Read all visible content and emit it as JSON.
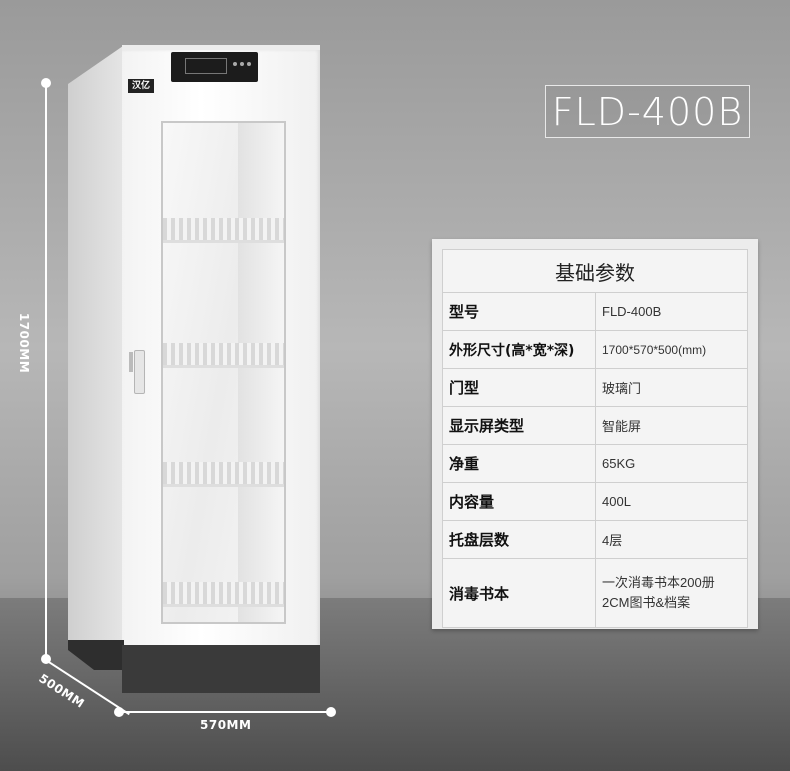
{
  "model_title": "FLD-400B",
  "cabinet": {
    "logo_text": "汉亿"
  },
  "dimensions": {
    "height_label": "1700MM",
    "depth_label": "500MM",
    "width_label": "570MM"
  },
  "spec_table": {
    "title": "基础参数",
    "rows": [
      {
        "key": "型号",
        "value": "FLD-400B"
      },
      {
        "key": "外形尺寸(高*宽*深)",
        "value": "1700*570*500(mm)"
      },
      {
        "key": "门型",
        "value": "玻璃门"
      },
      {
        "key": "显示屏类型",
        "value": "智能屏"
      },
      {
        "key": "净重",
        "value": "65KG"
      },
      {
        "key": "内容量",
        "value": "400L"
      },
      {
        "key": "托盘层数",
        "value": "4层"
      },
      {
        "key": "消毒书本",
        "value_line1": "一次消毒书本200册",
        "value_line2": "2CM图书&档案"
      }
    ]
  }
}
